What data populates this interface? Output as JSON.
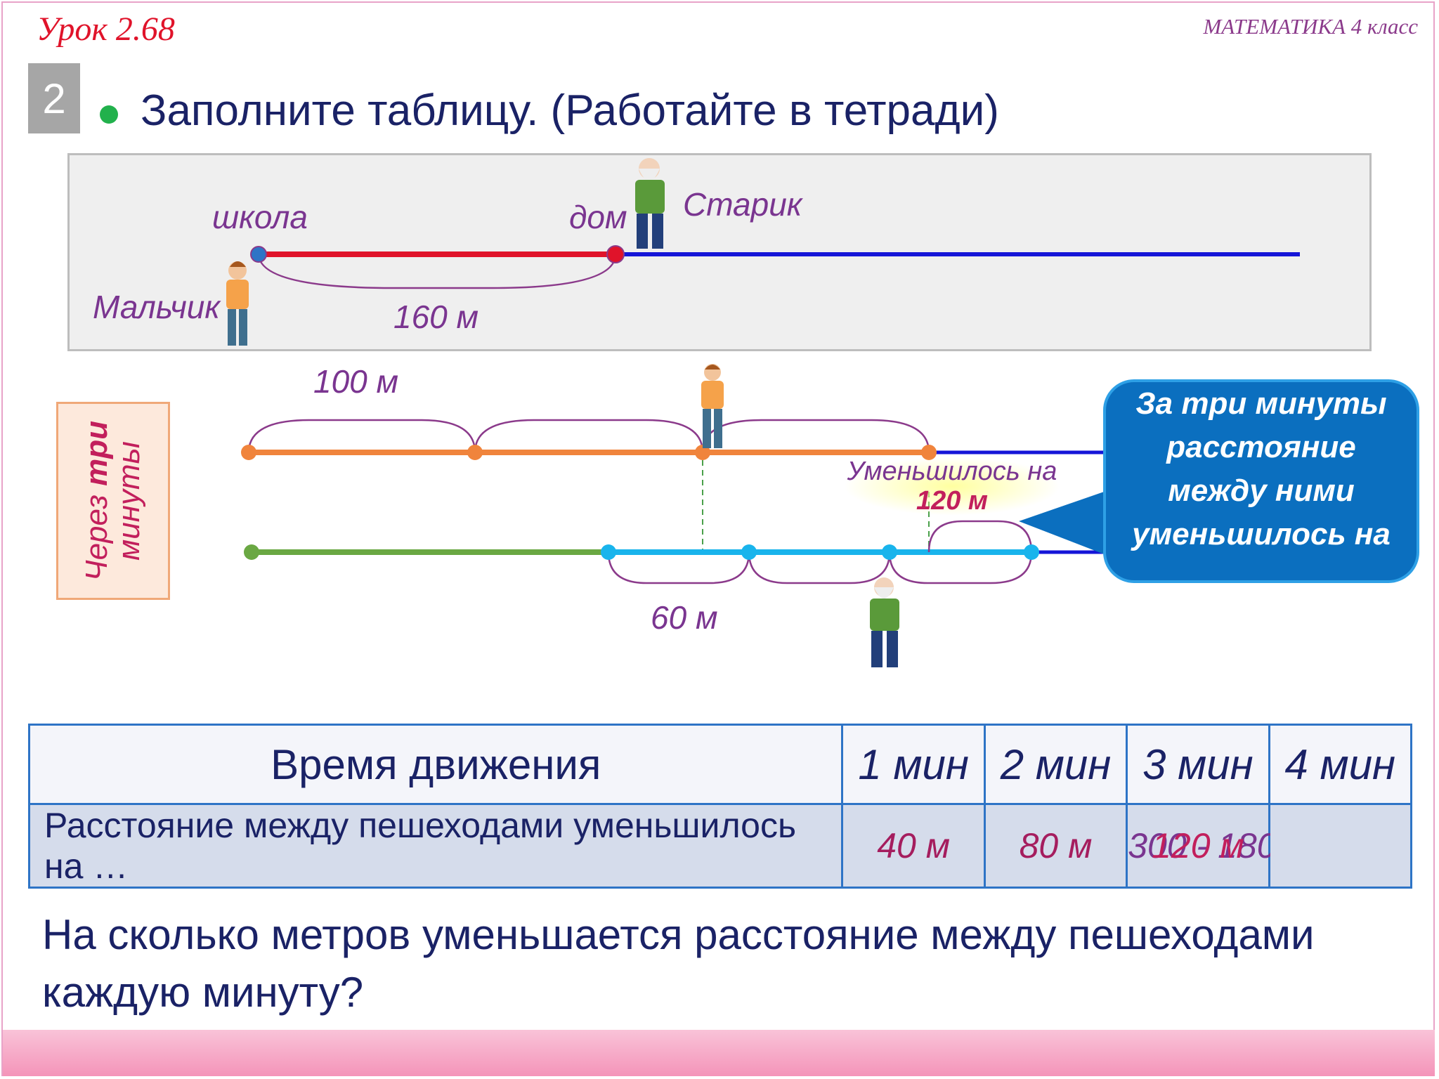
{
  "header": {
    "lesson": "Урок 2.68",
    "subject": "МАТЕМАТИКА  4 класс"
  },
  "task": {
    "number": "2",
    "text": "Заполните таблицу. (Работайте в тетради)"
  },
  "scheme_top": {
    "school": "школа",
    "home": "дом",
    "old_man": "Старик",
    "boy": "Мальчик",
    "distance": "160 м"
  },
  "scheme_bottom": {
    "boy_step": "100 м",
    "old_step": "60 м",
    "side_prefix": "Через ",
    "side_emph": "три",
    "side_suffix": "минуты",
    "decreased_label": "Уменьшилось на",
    "decreased_value": "120 м"
  },
  "callout": {
    "lines": [
      "За три  минуты",
      "расстояние",
      "между ними",
      "уменьшилось  на",
      "…"
    ]
  },
  "table": {
    "header_label": "Время движения",
    "minutes": [
      "1 мин",
      "2 мин",
      "3 мин",
      "4 мин"
    ],
    "row_label": "Расстояние между пешеходами уменьшилось на …",
    "values": [
      "40 м",
      "80 м",
      "",
      ""
    ],
    "cell3_overlap": [
      "300 - 180",
      "120 м"
    ]
  },
  "question": "На сколько метров уменьшается расстояние между пешеходами каждую минуту?",
  "colors": {
    "red": "#e0132a",
    "purple": "#7a3590",
    "navy": "#1a2266",
    "orange": "#f0843c",
    "green": "#6aa843",
    "cyan": "#19b4ec",
    "blue": "#1515d8"
  }
}
